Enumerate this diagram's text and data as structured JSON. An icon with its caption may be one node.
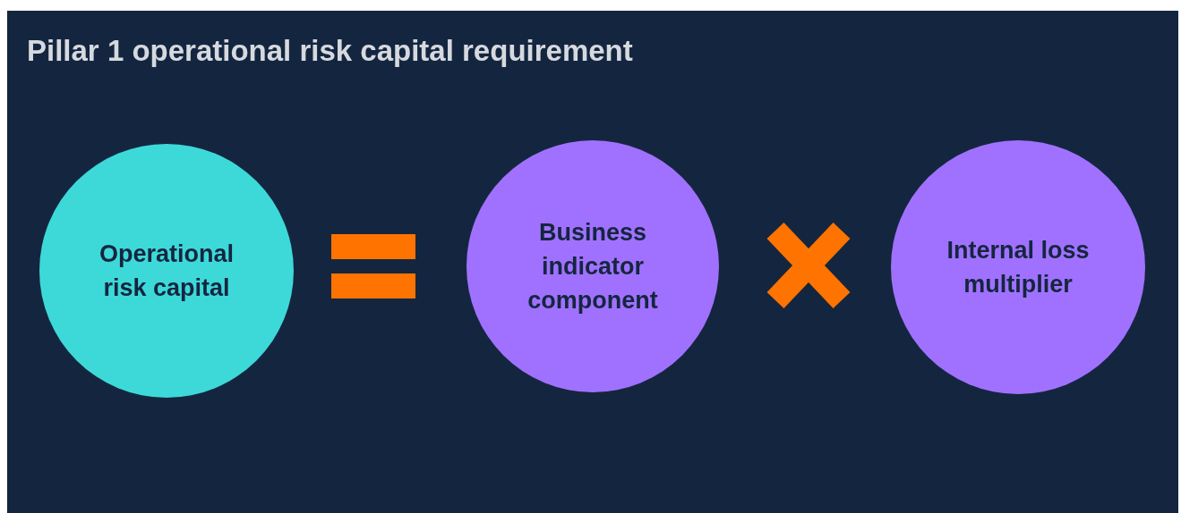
{
  "diagram": {
    "title": "Pillar 1 operational risk capital requirement",
    "nodes": [
      {
        "text": [
          "Operational risk capital"
        ]
      },
      {
        "text": [
          "Business indicator component"
        ]
      },
      {
        "text": [
          "Internal loss multiplier"
        ]
      }
    ]
  }
}
